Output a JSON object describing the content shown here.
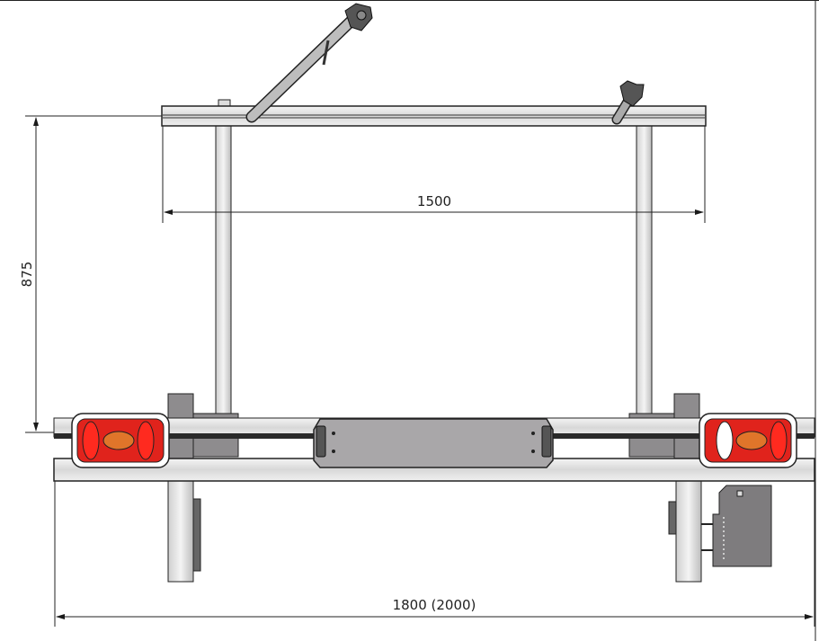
{
  "drawing": {
    "dimensions": {
      "height_label": "875",
      "rail_width_label": "1500",
      "overall_width_label": "1800 (2000)"
    },
    "colors": {
      "light_red": "#e0231c",
      "light_amber": "#e0752a",
      "metal_light": "#e6e6e6",
      "metal_dark": "#8e8c8e",
      "plate": "#a9a7a9",
      "line": "#1a1a1a"
    }
  }
}
